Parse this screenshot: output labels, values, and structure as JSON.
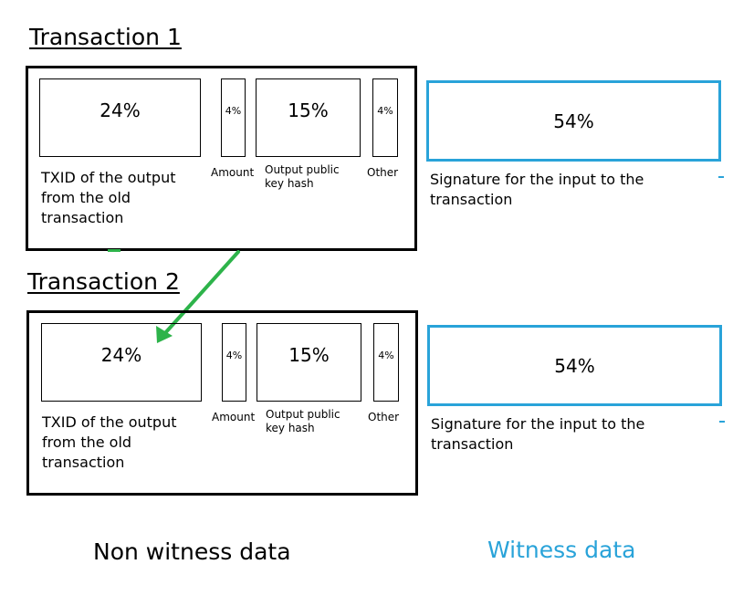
{
  "transactions": [
    {
      "title": "Transaction 1",
      "txid": {
        "percent": "24%",
        "label": [
          "TXID of the output",
          "from the old",
          "transaction"
        ]
      },
      "amount": {
        "percent": "4%",
        "label": "Amount"
      },
      "output_pkh": {
        "percent": "15%",
        "label": [
          "Output public",
          "key hash"
        ]
      },
      "other": {
        "percent": "4%",
        "label": "Other"
      },
      "witness": {
        "percent": "54%",
        "label": [
          "Signature for the input to the",
          "transaction"
        ]
      }
    },
    {
      "title": "Transaction 2",
      "txid": {
        "percent": "24%",
        "label": [
          "TXID of the output",
          "from the old",
          "transaction"
        ]
      },
      "amount": {
        "percent": "4%",
        "label": "Amount"
      },
      "output_pkh": {
        "percent": "15%",
        "label": [
          "Output public",
          "key hash"
        ]
      },
      "other": {
        "percent": "4%",
        "label": "Other"
      },
      "witness": {
        "percent": "54%",
        "label": [
          "Signature for the input to the",
          "transaction"
        ]
      }
    }
  ],
  "footer": {
    "non_witness": "Non witness data",
    "witness": "Witness data"
  },
  "colors": {
    "witness": "#29a3d9",
    "arrow": "#2db34a",
    "border": "#000000"
  }
}
